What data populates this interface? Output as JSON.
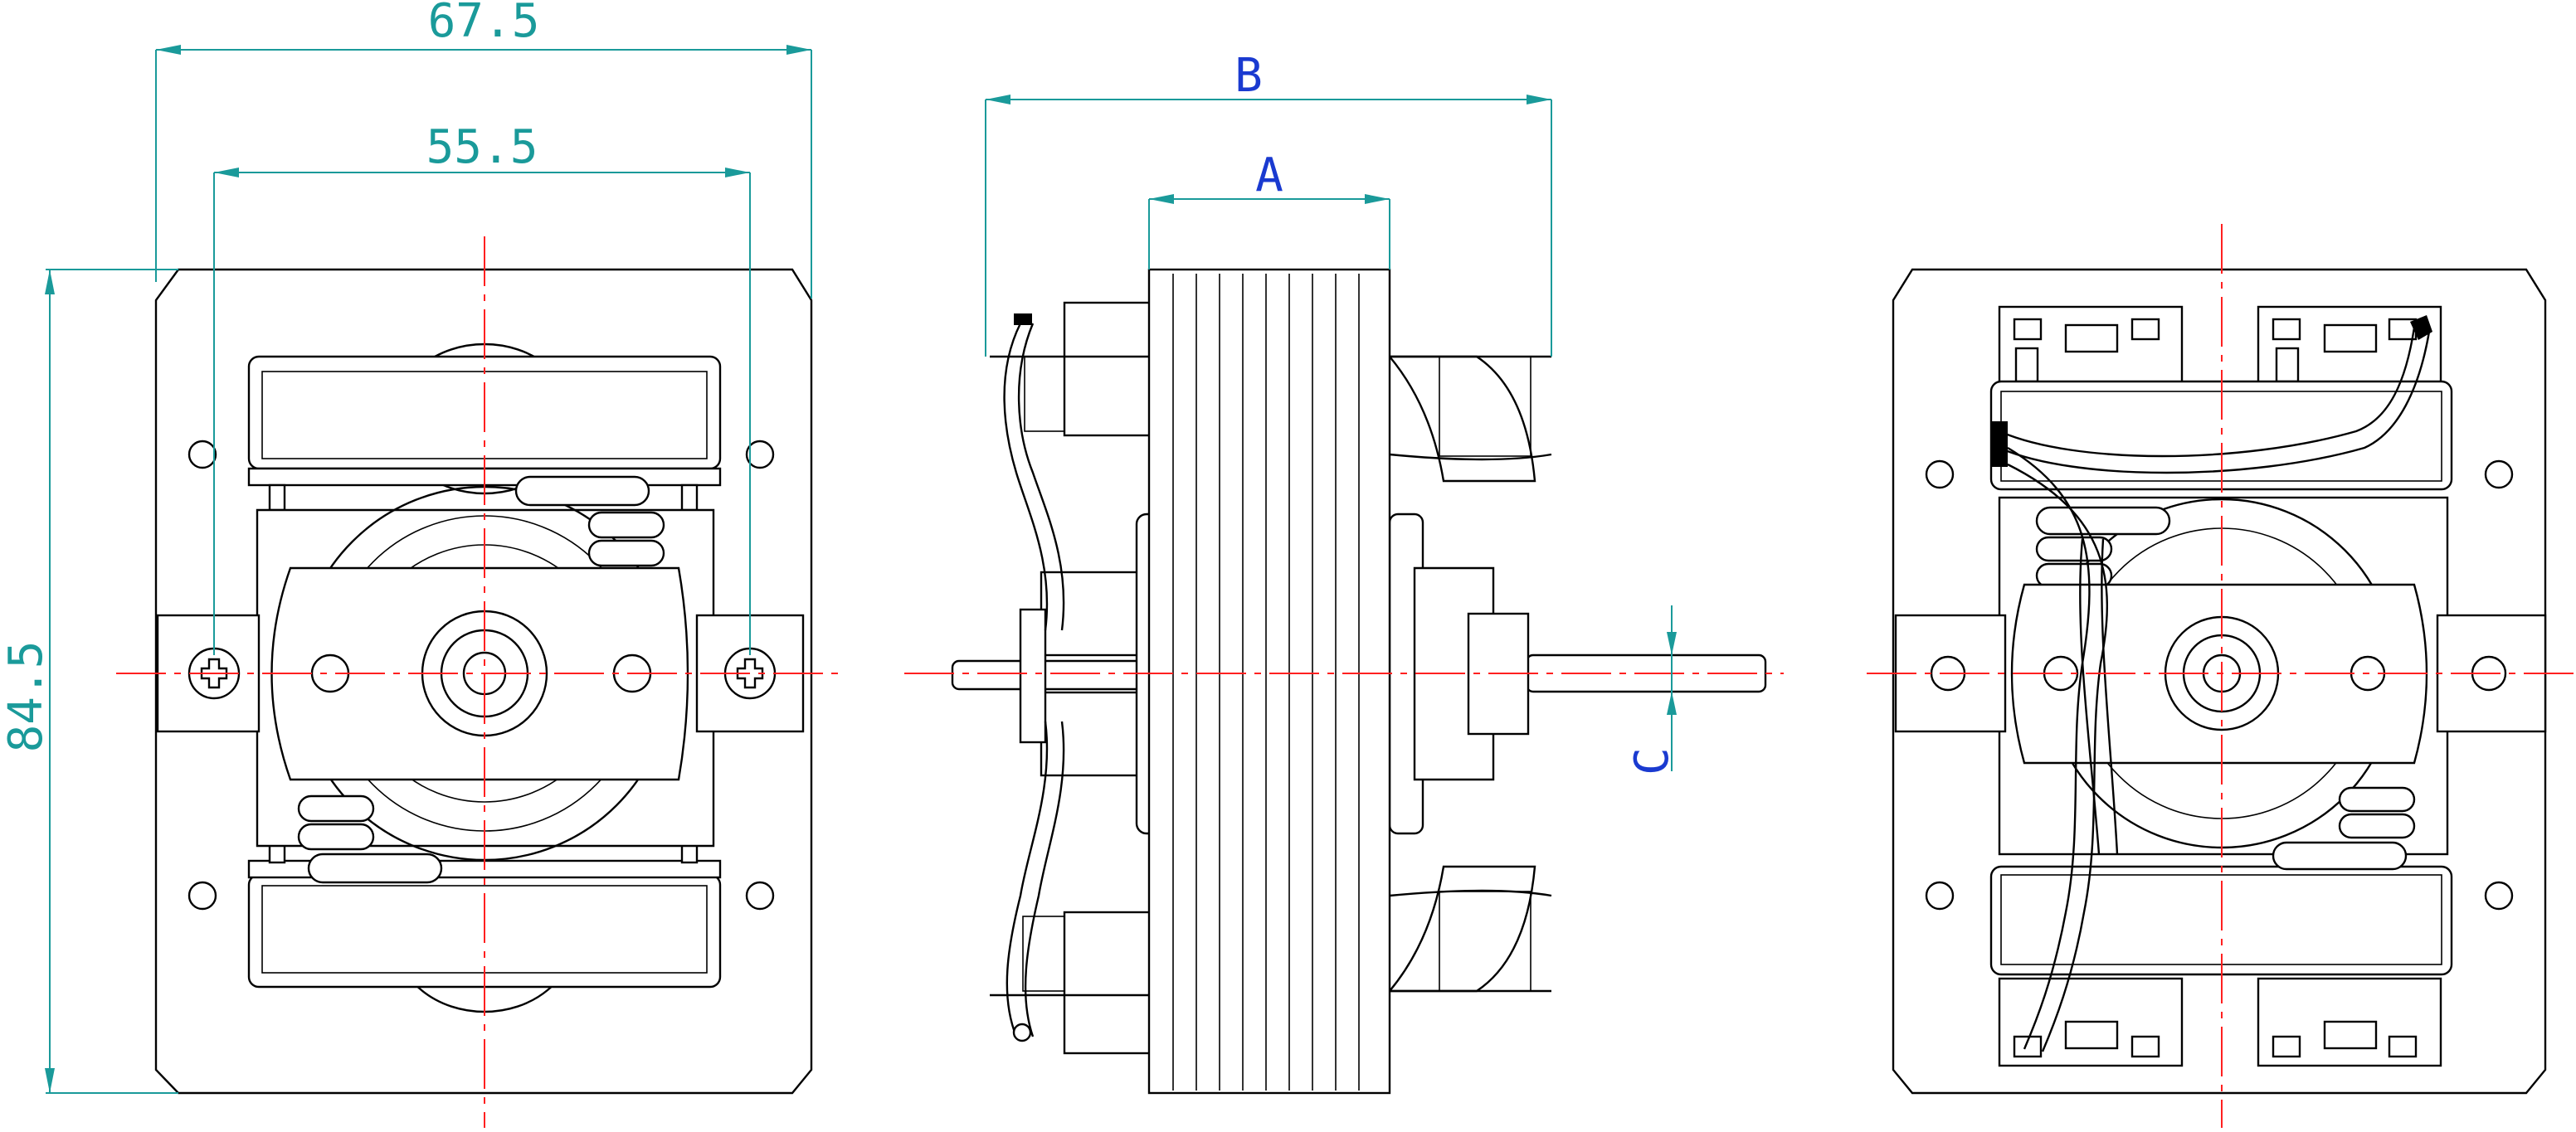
{
  "colors": {
    "outline": "#000000",
    "centerline": "#ff2020",
    "dimension_main": "#1a9a9a",
    "dimension_variable": "#1a3ad0"
  },
  "dimensions": {
    "overall_width": "67.5",
    "hole_spacing": "55.5",
    "overall_height": "84.5",
    "label_b": "B",
    "label_a": "A",
    "label_c": "C"
  }
}
